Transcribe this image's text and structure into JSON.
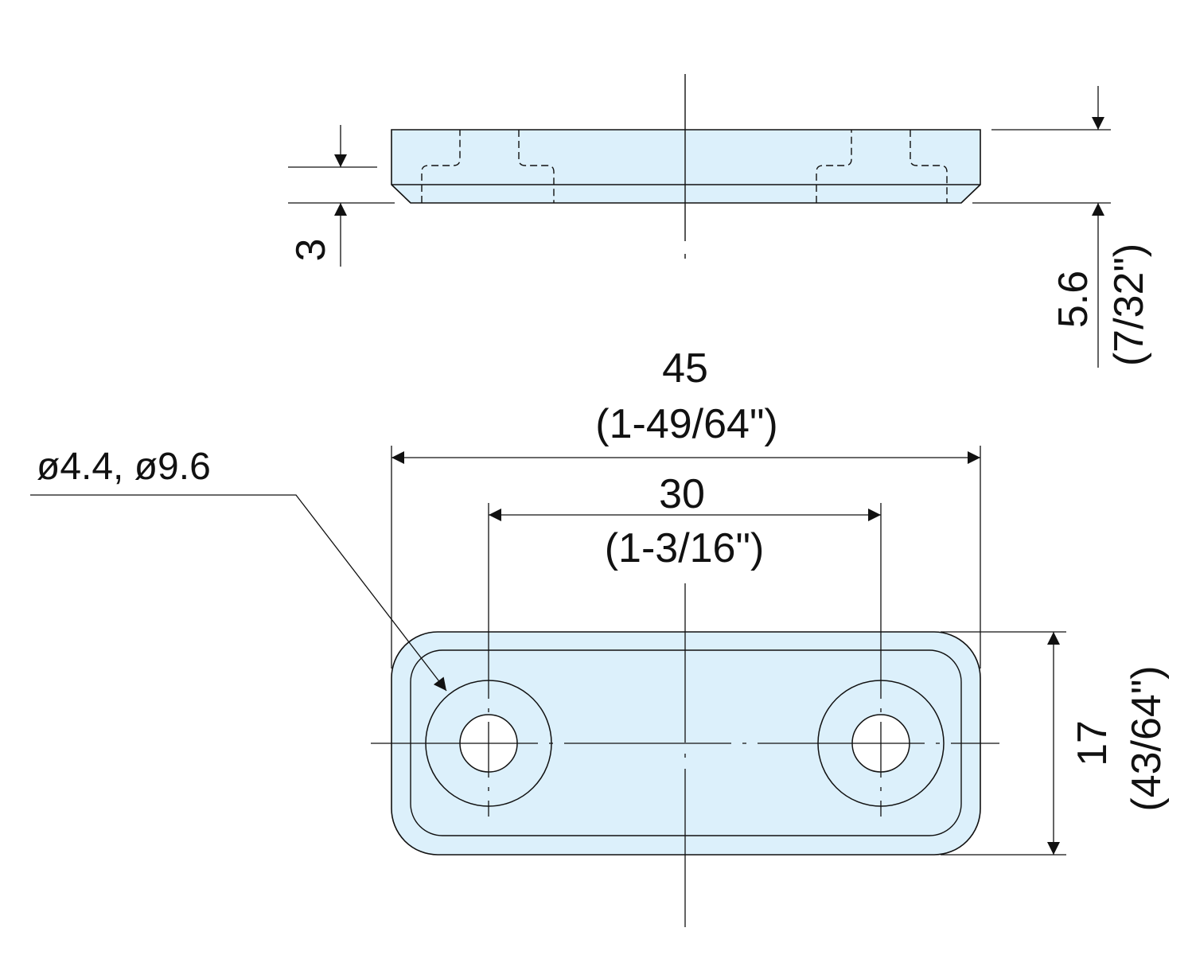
{
  "colors": {
    "part_fill": "#dcf0fb",
    "line": "#111111",
    "background": "#ffffff"
  },
  "labels": {
    "thickness_left": "3",
    "height_right_mm": "5.6",
    "height_right_in": "(7/32\")",
    "overall_length_mm": "45",
    "overall_length_in": "(1-49/64\")",
    "hole_spacing_mm": "30",
    "hole_spacing_in": "(1-3/16\")",
    "hole_diameters": "ø4.4, ø9.6",
    "width_mm": "17",
    "width_in": "(43/64\")"
  }
}
